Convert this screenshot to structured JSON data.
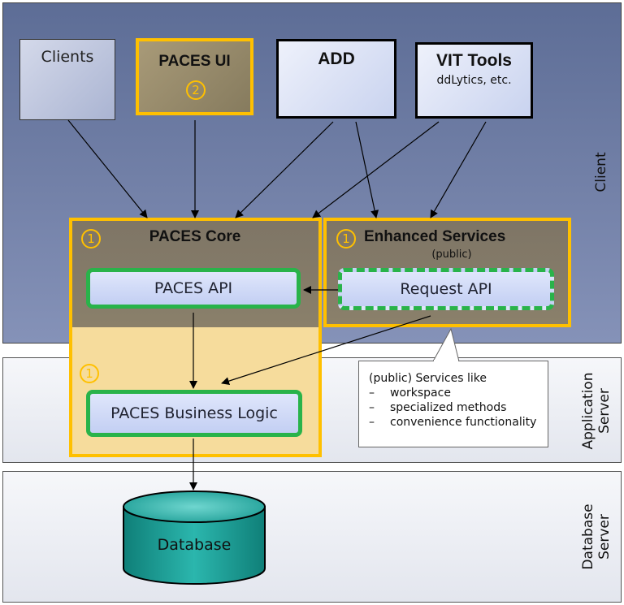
{
  "tiers": {
    "client": "Client",
    "application": [
      "Application",
      "Server"
    ],
    "database": [
      "Database",
      "Server"
    ]
  },
  "boxes": {
    "clients": "Clients",
    "paces_ui": "PACES UI",
    "paces_ui_number": "2",
    "add": "ADD",
    "vit_tools": "VIT Tools",
    "vit_tools_sub": "ddLytics, etc."
  },
  "core": {
    "title": "PACES Core",
    "number": "1",
    "lower_number": "1",
    "api": "PACES API",
    "business_logic": "PACES Business Logic"
  },
  "enhanced": {
    "title": "Enhanced Services",
    "subtitle": "(public)",
    "number": "1",
    "request_api": "Request API"
  },
  "callout": {
    "heading": "(public) Services like",
    "items": [
      "workspace",
      "specialized methods",
      "convenience functionality"
    ]
  },
  "database": {
    "label": "Database"
  },
  "colors": {
    "highlight": "#ffc000",
    "api_border": "#29b34a",
    "client_tier": "#6e7ca3",
    "database_fill": "#1aa7a0"
  }
}
